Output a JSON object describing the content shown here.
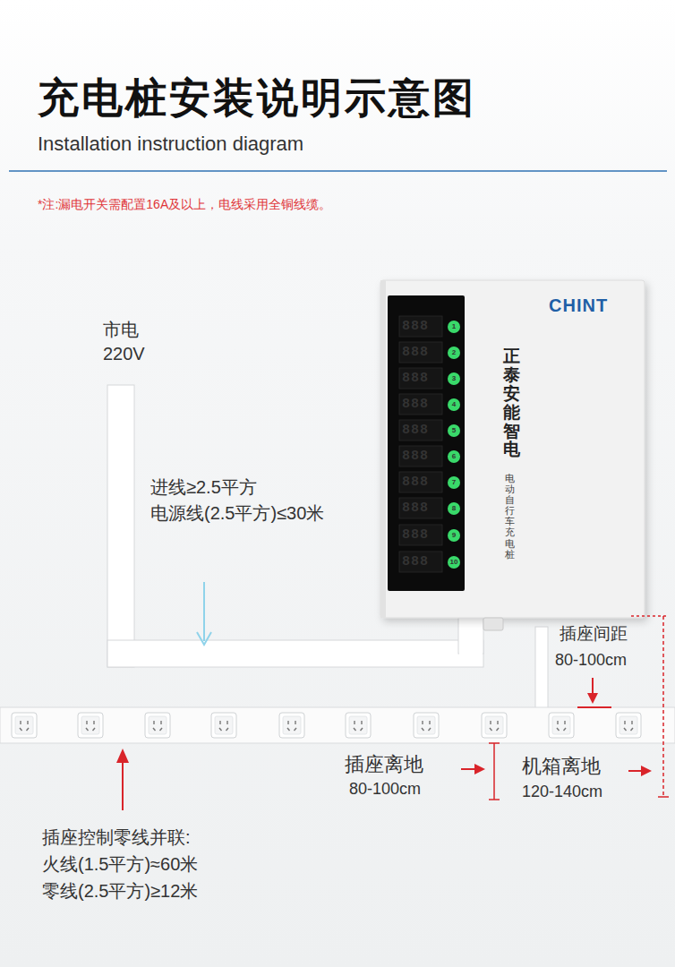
{
  "diagram": {
    "title": "充电桩安装说明示意图",
    "nodes": [
      {
        "text": [
          "CHINT",
          "正泰安能智电",
          "电动自行车充电桩"
        ]
      }
    ],
    "labels": [
      "Installation instruction diagram",
      "*注:漏电开关需配置16A及以上，电线采用全铜线缆。",
      "市电",
      "220V",
      "进线≥2.5平方",
      "电源线(2.5平方)≤30米",
      "888",
      "1",
      "888",
      "2",
      "888",
      "3",
      "888",
      "4",
      "888",
      "5",
      "888",
      "6",
      "888",
      "7",
      "888",
      "8",
      "888",
      "9",
      "888",
      "10",
      "插座间距",
      "80-100cm",
      "插座离地",
      "80-100cm",
      "机箱离地",
      "120-140cm",
      "插座控制零线并联:",
      "火线(1.5平方)≈60米",
      "零线(2.5平方)≥12米"
    ]
  }
}
